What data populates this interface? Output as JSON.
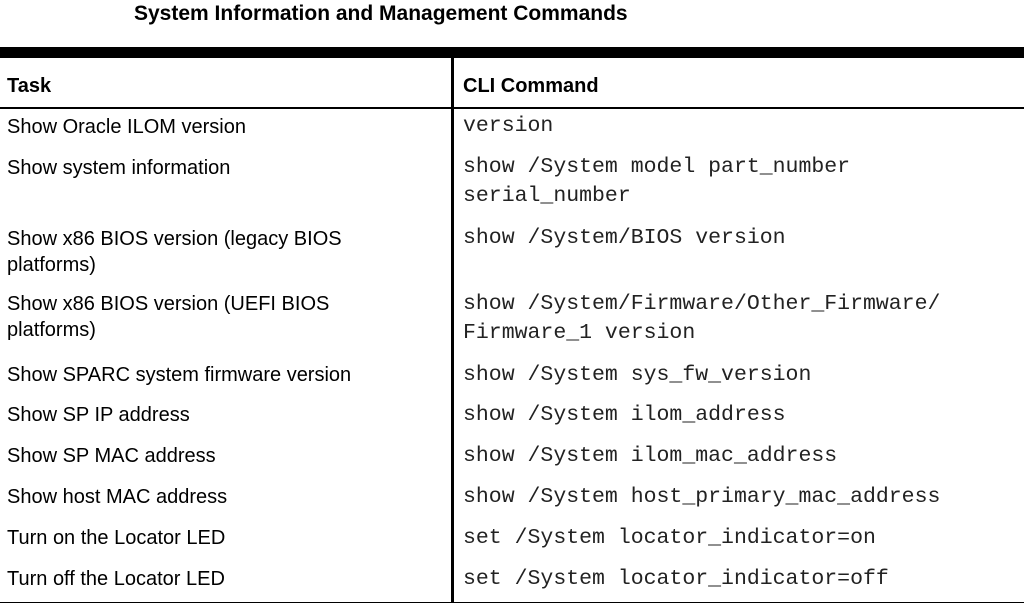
{
  "title": "System Information and Management Commands",
  "headers": {
    "task": "Task",
    "command": "CLI Command"
  },
  "rows": [
    {
      "task": "Show Oracle ILOM version",
      "command": "version"
    },
    {
      "task": "Show system information",
      "command": "show /System model part_number\nserial_number"
    },
    {
      "task": "Show x86 BIOS version (legacy BIOS\nplatforms)",
      "command": "show /System/BIOS version"
    },
    {
      "task": "Show x86 BIOS version (UEFI BIOS\nplatforms)",
      "command": "show /System/Firmware/Other_Firmware/\nFirmware_1 version"
    },
    {
      "task": "Show SPARC system firmware version",
      "command": "show /System sys_fw_version"
    },
    {
      "task": "Show SP IP address",
      "command": "show /System ilom_address"
    },
    {
      "task": "Show SP MAC address",
      "command": "show /System ilom_mac_address"
    },
    {
      "task": "Show host MAC address",
      "command": "show /System host_primary_mac_address"
    },
    {
      "task": "Turn on the Locator LED",
      "command": "set /System locator_indicator=on"
    },
    {
      "task": "Turn off the Locator LED",
      "command": "set /System locator_indicator=off"
    }
  ]
}
